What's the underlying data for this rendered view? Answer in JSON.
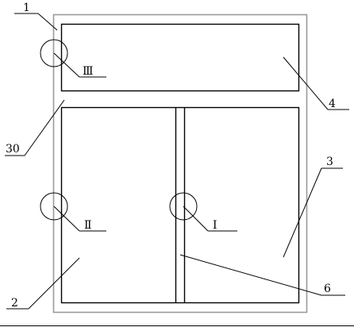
{
  "diagram": {
    "colors": {
      "background": "#ffffff",
      "outer_frame": "#9a9a9a",
      "line": "#000000",
      "border": "#000000"
    },
    "callouts": {
      "label_1": "1",
      "label_30": "30",
      "label_2": "2",
      "label_4": "4",
      "label_3": "3",
      "label_6": "6",
      "detail_III": "Ⅲ",
      "detail_II": "Ⅱ",
      "detail_I": "Ⅰ"
    }
  }
}
